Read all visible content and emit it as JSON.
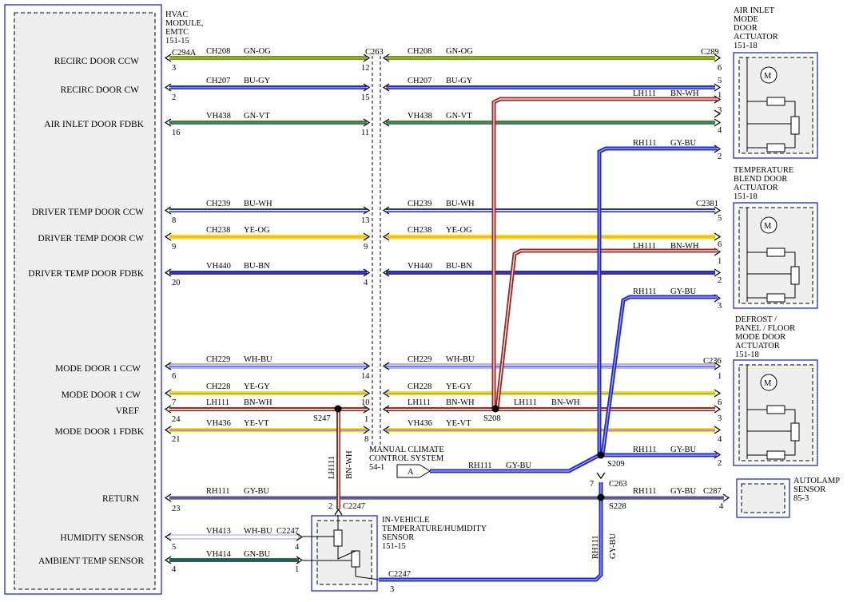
{
  "module": {
    "title_lines": [
      "HVAC",
      "MODULE,",
      "EMTC",
      "151-15"
    ],
    "signals": [
      {
        "key": "recirc_ccw",
        "label": "RECIRC DOOR CCW"
      },
      {
        "key": "recirc_cw",
        "label": "RECIRC DOOR CW"
      },
      {
        "key": "air_fdbk",
        "label": "AIR INLET DOOR FDBK"
      },
      {
        "key": "drv_ccw",
        "label": "DRIVER TEMP DOOR CCW"
      },
      {
        "key": "drv_cw",
        "label": "DRIVER TEMP DOOR CW"
      },
      {
        "key": "drv_fdbk",
        "label": "DRIVER TEMP DOOR FDBK"
      },
      {
        "key": "mode_ccw",
        "label": "MODE DOOR 1 CCW"
      },
      {
        "key": "mode_cw",
        "label": "MODE DOOR 1 CW"
      },
      {
        "key": "vref",
        "label": "VREF"
      },
      {
        "key": "mode_fdbk",
        "label": "MODE DOOR 1 FDBK"
      },
      {
        "key": "return",
        "label": "RETURN"
      },
      {
        "key": "humidity",
        "label": "HUMIDITY SENSOR"
      },
      {
        "key": "ambient",
        "label": "AMBIENT TEMP SENSOR"
      }
    ]
  },
  "connectors": {
    "hvac": "C294A",
    "inline": "C263",
    "air_inlet": "C289",
    "blend": "C2381",
    "mode": "C236",
    "autolamp": "C287",
    "sensor": "C2247"
  },
  "wires": [
    {
      "key": "recirc_ccw",
      "circuit": "CH208",
      "color_code": "GN-OG",
      "hvac_pin": "3",
      "c263_pin": "12",
      "dest_pin": "6",
      "colors": [
        "#5aa02c",
        "#e8a33c"
      ]
    },
    {
      "key": "recirc_cw",
      "circuit": "CH207",
      "color_code": "BU-GY",
      "hvac_pin": "2",
      "c263_pin": "15",
      "dest_pin": "5",
      "colors": [
        "#1f2bd8",
        "#9a9a9a"
      ]
    },
    {
      "key": "air_fdbk",
      "circuit": "VH438",
      "color_code": "GN-VT",
      "hvac_pin": "16",
      "c263_pin": "11",
      "dest_pin": "4",
      "colors": [
        "#2e8b2e",
        "#8a4fc0"
      ]
    },
    {
      "key": "drv_ccw",
      "circuit": "CH239",
      "color_code": "BU-WH",
      "hvac_pin": "8",
      "c263_pin": "13",
      "dest_pin": "5",
      "colors": [
        "#1f2bd8",
        "#ffffff"
      ]
    },
    {
      "key": "drv_cw",
      "circuit": "CH238",
      "color_code": "YE-OG",
      "hvac_pin": "9",
      "c263_pin": "9",
      "dest_pin": "6",
      "colors": [
        "#f2dc1e",
        "#f2a830"
      ]
    },
    {
      "key": "drv_fdbk",
      "circuit": "VH440",
      "color_code": "BU-BN",
      "hvac_pin": "20",
      "c263_pin": "4",
      "dest_pin": "2",
      "colors": [
        "#1f2bd8",
        "#7a3a14"
      ]
    },
    {
      "key": "mode_ccw",
      "circuit": "CH229",
      "color_code": "WH-BU",
      "hvac_pin": "6",
      "c263_pin": "14",
      "dest_pin": "1",
      "colors": [
        "#ffffff",
        "#3a45d8"
      ]
    },
    {
      "key": "mode_cw",
      "circuit": "CH228",
      "color_code": "YE-GY",
      "hvac_pin": "7",
      "c263_pin": "10",
      "dest_pin": "6",
      "colors": [
        "#f2dc1e",
        "#a0a0a0"
      ]
    },
    {
      "key": "vref",
      "circuit": "LH111",
      "color_code": "BN-WH",
      "hvac_pin": "24",
      "c263_pin": "1",
      "dest_pin": "3",
      "colors": [
        "#a0281e",
        "#ffffff"
      ]
    },
    {
      "key": "mode_fdbk",
      "circuit": "VH436",
      "color_code": "YE-VT",
      "hvac_pin": "21",
      "c263_pin": "8",
      "dest_pin": "4",
      "colors": [
        "#f2dc1e",
        "#9a6ac0"
      ]
    },
    {
      "key": "return",
      "circuit": "RH111",
      "color_code": "GY-BU",
      "hvac_pin": "23",
      "c263_pin": "7",
      "dest_pin": "4",
      "colors": [
        "#8a8ab0",
        "#1f2bd8"
      ]
    },
    {
      "key": "humidity",
      "circuit": "VH413",
      "color_code": "WH-BU",
      "hvac_pin": "5",
      "dest_pin": "4",
      "colors": [
        "#ffffff",
        "#7a8ad8"
      ]
    },
    {
      "key": "ambient",
      "circuit": "VH414",
      "color_code": "GN-BU",
      "hvac_pin": "4",
      "dest_pin": "1",
      "colors": [
        "#1e6e4a",
        "#2a4a8a"
      ]
    }
  ],
  "branches": [
    {
      "circuit": "LH111",
      "color_code": "BN-WH"
    },
    {
      "circuit": "RH111",
      "color_code": "GY-BU"
    }
  ],
  "splices": [
    "S247",
    "S208",
    "S209",
    "S228"
  ],
  "components": {
    "air_inlet": {
      "title_lines": [
        "AIR INLET",
        "MODE",
        "DOOR",
        "ACTUATOR",
        "151-18"
      ],
      "pins": [
        "6",
        "5",
        "1",
        "3",
        "4",
        "2"
      ]
    },
    "blend": {
      "title_lines": [
        "TEMPERATURE",
        "BLEND DOOR",
        "ACTUATOR",
        "151-18"
      ],
      "pins": [
        "5",
        "6",
        "1",
        "2",
        "3"
      ]
    },
    "mode": {
      "title_lines": [
        "DEFROST /",
        "PANEL / FLOOR",
        "MODE DOOR",
        "ACTUATOR",
        "151-18"
      ],
      "pins": [
        "1",
        "6",
        "3",
        "4",
        "2"
      ]
    },
    "autolamp": {
      "title_lines": [
        "AUTOLAMP",
        "SENSOR",
        "85-3"
      ],
      "pin": "4"
    },
    "sensor": {
      "title_lines": [
        "IN-VEHICLE",
        "TEMPERATURE/HUMIDITY",
        "SENSOR",
        "151-15"
      ],
      "pins": [
        "2",
        "4",
        "1",
        "3"
      ]
    },
    "manual": {
      "title_lines": [
        "MANUAL CLIMATE",
        "CONTROL SYSTEM",
        "54-1"
      ],
      "ref": "A"
    },
    "motor_symbol": "M"
  },
  "misc": {
    "c263_lower_pin": "7"
  }
}
